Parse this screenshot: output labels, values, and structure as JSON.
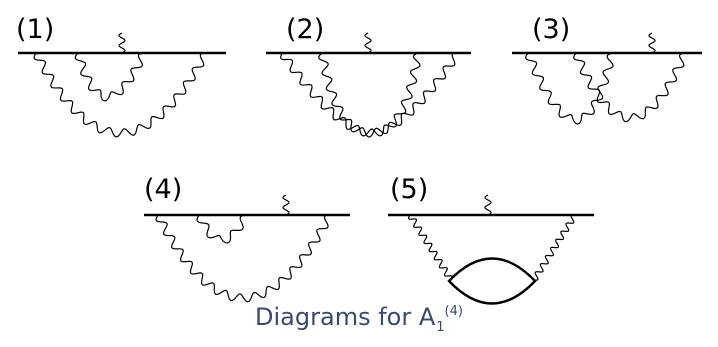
{
  "diagram_labels": [
    "(1)",
    "(2)",
    "(3)",
    "(4)",
    "(5)"
  ],
  "caption": {
    "prefix": "Diagrams for A",
    "subscript": "1",
    "superscript": "(4)"
  }
}
